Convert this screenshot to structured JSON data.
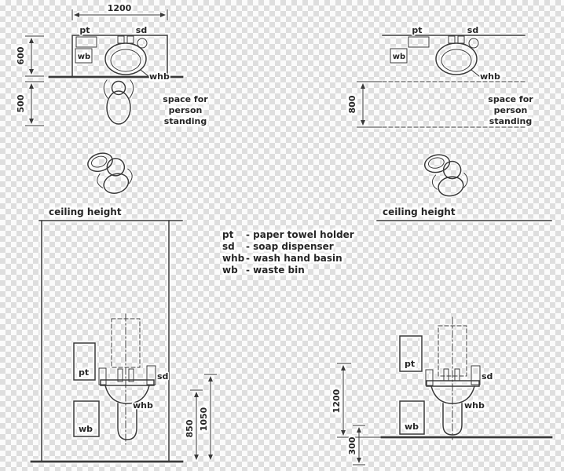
{
  "canvas": {
    "line_color": "#3a3a3a",
    "text_color": "#262626",
    "highlight_color": "#e6e03c"
  },
  "labels": {
    "pt": "pt",
    "sd": "sd",
    "wb": "wb",
    "whb": "whb"
  },
  "plan_left": {
    "width_dim": "1200",
    "depth_upper_dim": "600",
    "depth_lower_dim": "500",
    "note": [
      "space for",
      "person",
      "standing"
    ]
  },
  "plan_right": {
    "depth_dim": "800",
    "note": [
      "space for",
      "person",
      "standing"
    ]
  },
  "sections": {
    "ceiling_left": "ceiling height",
    "ceiling_right": "ceiling height"
  },
  "legend": {
    "items": [
      {
        "abbr": "pt",
        "desc": "- paper towel holder"
      },
      {
        "abbr": "sd",
        "desc": "- soap dispenser"
      },
      {
        "abbr": "whb",
        "desc": "- wash hand basin"
      },
      {
        "abbr": "wb",
        "desc": "- waste bin"
      }
    ]
  },
  "elev_left": {
    "dim_front": "850",
    "dim_back": "1050"
  },
  "elev_right": {
    "dim_main": "1200",
    "dim_low": "300"
  }
}
